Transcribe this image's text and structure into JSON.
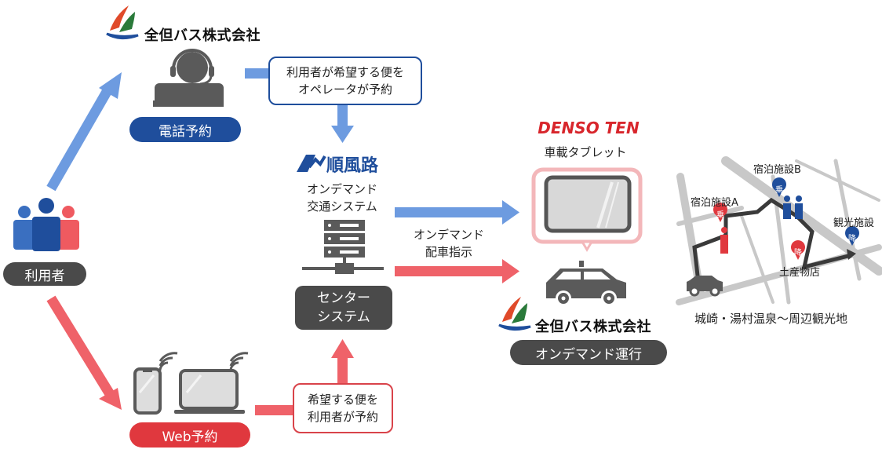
{
  "logos": {
    "zentan_top": "全但バス株式会社",
    "zentan_bottom": "全但バス株式会社",
    "junpuro": "順風路",
    "denso_ten": "DENSO TEN"
  },
  "nodes": {
    "users": {
      "label": "利用者"
    },
    "phone_reservation": {
      "label": "電話予約",
      "color": "#1f4e9c"
    },
    "web_reservation": {
      "label": "Web予約",
      "color": "#e0383e"
    },
    "operator_note": {
      "lines": [
        "利用者が希望する便を",
        "オペレータが予約"
      ],
      "border": "#1f4e9c"
    },
    "web_note": {
      "lines": [
        "希望する便を",
        "利用者が予約"
      ],
      "border": "#d9434a"
    },
    "system": {
      "title_lines": [
        "オンデマンド",
        "交通システム"
      ],
      "box_lines": [
        "センター",
        "システム"
      ]
    },
    "dispatch": {
      "lines": [
        "オンデマンド",
        "配車指示"
      ]
    },
    "tablet": {
      "label": "車載タブレット"
    },
    "operation": {
      "label": "オンデマンド運行"
    },
    "map": {
      "caption": "城崎・湯村温泉～周辺観光地",
      "places": [
        {
          "name": "宿泊施設A",
          "pin": "乗",
          "color": "#e0383e"
        },
        {
          "name": "宿泊施設B",
          "pin": "乗",
          "color": "#1f4e9c"
        },
        {
          "name": "観光施設",
          "pin": "降",
          "color": "#1f4e9c"
        },
        {
          "name": "土産物店",
          "pin": "降",
          "color": "#e0383e"
        }
      ]
    }
  },
  "colors": {
    "blue_arrow": "#6d9be0",
    "red_arrow": "#ef6269",
    "dark": "#4a4a4a",
    "icon_gray": "#5a5a5a"
  }
}
